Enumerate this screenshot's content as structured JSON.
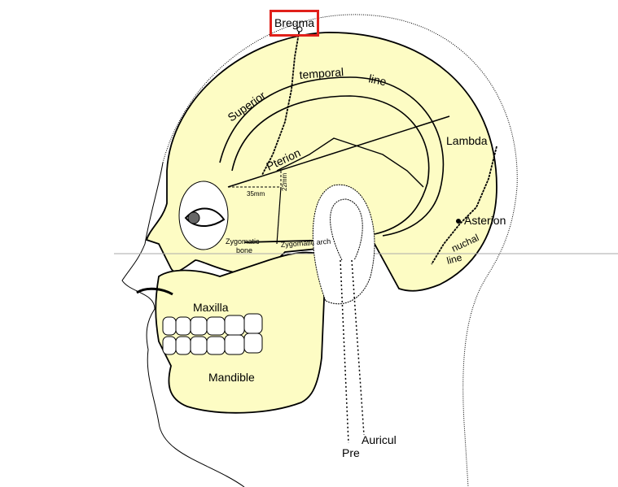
{
  "labels": {
    "bregma": "Bregma",
    "superior": "Superior",
    "temporal": "temporal",
    "line": "line",
    "lambda": "Lambda",
    "pterion": "Pterion",
    "mm35": "35mm",
    "mm22": "22mm",
    "asterion": "Asterion",
    "nuchal": "nuchal",
    "nuchal_line": "line",
    "zygomatic_bone_1": "Zygomatic",
    "zygomatic_bone_2": "bone",
    "zygomatic_arch": "Zygomatic arch",
    "maxilla": "Maxilla",
    "mandible": "Mandible",
    "auricular": "Auricul",
    "preauricular": "Pre"
  },
  "colors": {
    "bone": "#fdfcc4",
    "highlight": "#e0201a"
  }
}
